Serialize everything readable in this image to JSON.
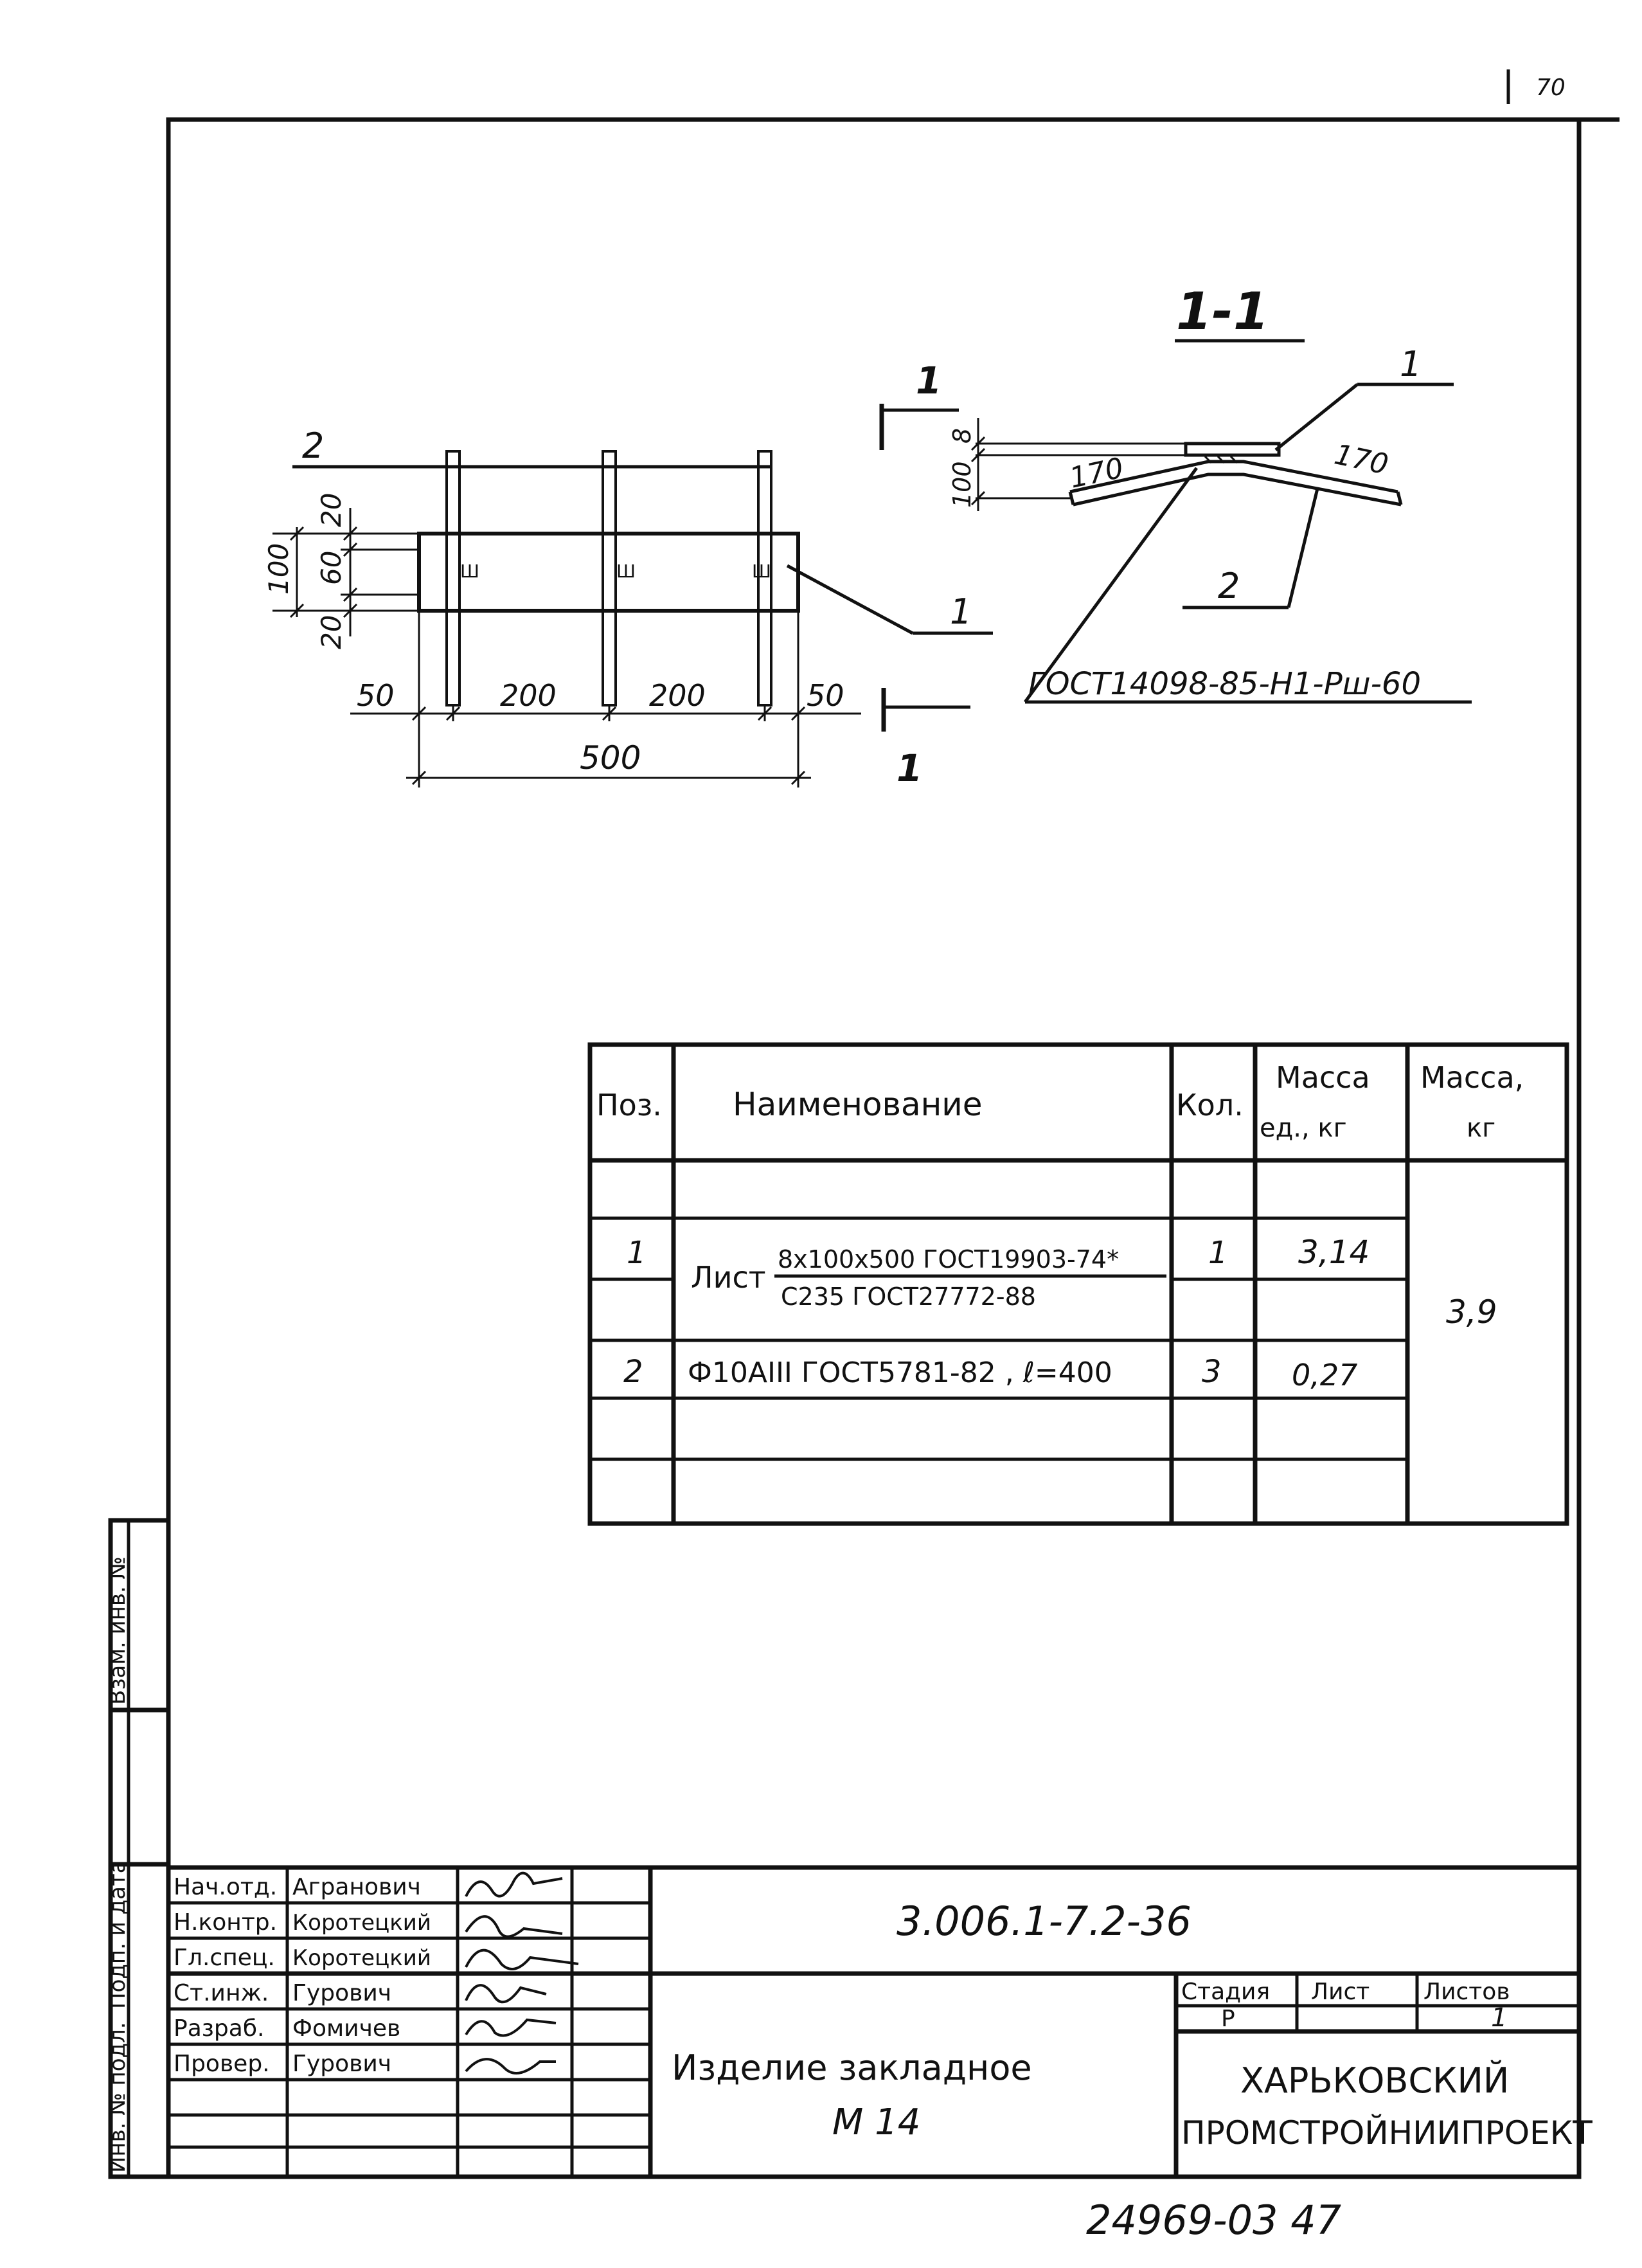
{
  "page_number": "70",
  "section": {
    "title": "1-1",
    "cut_mark": "1",
    "pos1": "1",
    "pos2": "2",
    "dim_top": "8",
    "dim_total": "100",
    "len_left": "170",
    "len_right": "170",
    "weld_note": "ГОСТ14098-85-Н1-Рш-60"
  },
  "plan": {
    "pos2": "2",
    "pos1": "1",
    "dim_v_total": "100",
    "dim_v_top": "20",
    "dim_v_mid": "60",
    "dim_v_bot": "20",
    "dim_h": [
      "50",
      "200",
      "200",
      "50"
    ],
    "dim_h_total": "500",
    "cut_mark": "1",
    "weld_mark": "Ш"
  },
  "spec_table": {
    "headers": {
      "pos": "Поз.",
      "name": "Наименование",
      "qty": "Кол.",
      "mass_unit_1": "Масса",
      "mass_unit_2": "ед., кг",
      "mass_total_1": "Масса,",
      "mass_total_2": "кг"
    },
    "rows": [
      {
        "pos": "1",
        "name_prefix": "Лист",
        "name_top": "8x100x500 ГОСТ19903-74*",
        "name_bottom": "С235 ГОСТ27772-88",
        "qty": "1",
        "mass_unit": "3,14"
      },
      {
        "pos": "2",
        "name": "Ф10АIII ГОСТ5781-82 , ℓ=400",
        "qty": "3",
        "mass_unit": "0,27"
      }
    ],
    "mass_total": "3,9"
  },
  "side_stamp": {
    "inv_podl": "Инв. № подл.",
    "podp_data": "Подп. и дата",
    "vzam_inv": "Взам. инв. №"
  },
  "title_block": {
    "staff": [
      {
        "role": "Нач.отд.",
        "name": "Агранович"
      },
      {
        "role": "Н.контр.",
        "name": "Коротецкий"
      },
      {
        "role": "Гл.спец.",
        "name": "Коротецкий"
      },
      {
        "role": "Ст.инж.",
        "name": "Гурович"
      },
      {
        "role": "Разраб.",
        "name": "Фомичев"
      },
      {
        "role": "Провер.",
        "name": "Гурович"
      }
    ],
    "doc_code": "3.006.1-7.2-36",
    "product_name": "Изделие закладное",
    "product_mark": "М 14",
    "stage_label": "Стадия",
    "sheet_label": "Лист",
    "sheets_label": "Листов",
    "stage_value": "Р",
    "sheet_value": "",
    "sheets_value": "1",
    "org_line1": "ХАРЬКОВСКИЙ",
    "org_line2": "ПРОМСТРОЙНИИПРОЕКТ"
  },
  "archive_number": "24969-03 47"
}
